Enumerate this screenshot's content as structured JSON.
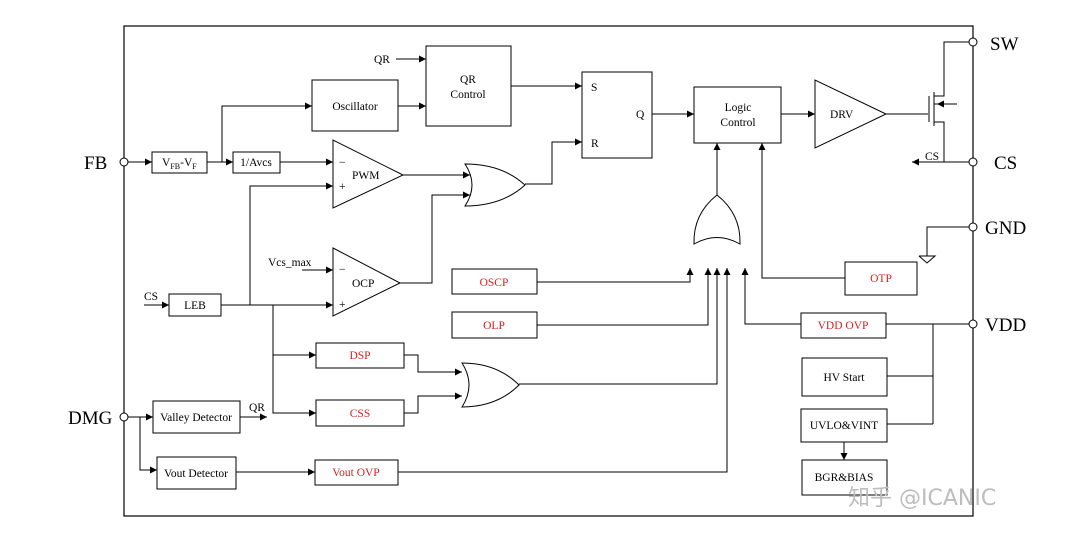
{
  "pins": {
    "fb": "FB",
    "dmg": "DMG",
    "sw": "SW",
    "cs": "CS",
    "gnd": "GND",
    "vdd": "VDD"
  },
  "blocks": {
    "oscillator": "Oscillator",
    "qr_control_line1": "QR",
    "qr_control_line2": "Control",
    "vfb_main": "V",
    "vfb_sub1": "FB",
    "vfb_mid": "-V",
    "vfb_sub2": "F",
    "avcs": "1/Avcs",
    "pwm": "PWM",
    "ocp": "OCP",
    "leb": "LEB",
    "sr_s": "S",
    "sr_r": "R",
    "sr_q": "Q",
    "logic_line1": "Logic",
    "logic_line2": "Control",
    "drv": "DRV",
    "oscp": "OSCP",
    "olp": "OLP",
    "otp": "OTP",
    "vdd_ovp": "VDD OVP",
    "dsp": "DSP",
    "css": "CSS",
    "hv_start": "HV Start",
    "uvlo": "UVLO&VINT",
    "bgr": "BGR&BIAS",
    "valley": "Valley Detector",
    "vout_detector": "Vout Detector",
    "vout_ovp": "Vout OVP"
  },
  "labels": {
    "qr_top": "QR",
    "qr_valley": "QR",
    "cs_in": "CS",
    "cs_out": "CS",
    "vcs_max": "Vcs_max",
    "minus1": "−",
    "plus1": "+",
    "minus2": "−",
    "plus2": "+"
  },
  "watermark": "知乎 @ICANIC",
  "colors": {
    "protection_text": "#d42020",
    "line": "#000000",
    "watermark": "#bdbdbd"
  }
}
